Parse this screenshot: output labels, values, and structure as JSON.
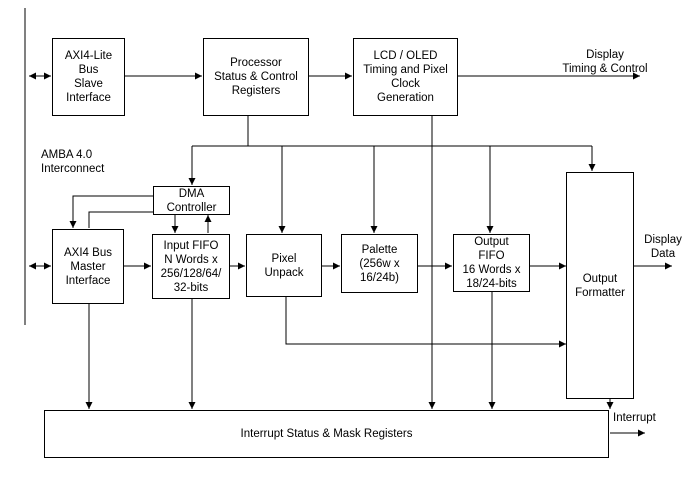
{
  "blocks": {
    "axi_lite": "AXI4-Lite\nBus\nSlave\nInterface",
    "proc_regs": "Processor\nStatus & Control\nRegisters",
    "lcd_timing": "LCD / OLED\nTiming and Pixel\nClock\nGeneration",
    "dma": "DMA\nController",
    "axi_master": "AXI4 Bus\nMaster\nInterface",
    "input_fifo": "Input FIFO\nN Words x\n256/128/64/\n32-bits",
    "pixel_unpack": "Pixel\nUnpack",
    "palette": "Palette\n(256w x\n16/24b)",
    "output_fifo": "Output\nFIFO\n16 Words x\n18/24-bits",
    "output_formatter": "Output\nFormatter",
    "interrupt_regs": "Interrupt Status & Mask Registers"
  },
  "labels": {
    "display_timing": "Display\nTiming & Control",
    "amba": "AMBA 4.0\nInterconnect",
    "display_data": "Display\nData",
    "interrupt": "Interrupt"
  }
}
